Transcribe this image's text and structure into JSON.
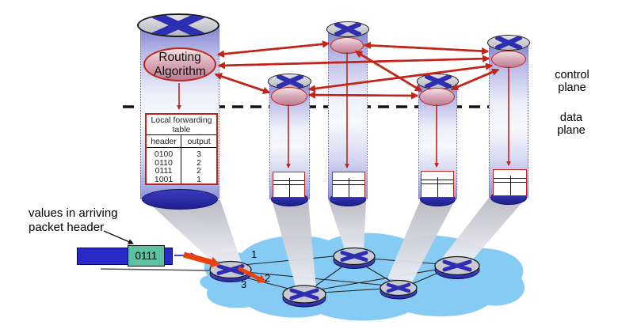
{
  "diagram": {
    "title_labels": {
      "control_plane": "control plane",
      "data_plane": "data plane"
    },
    "router_stack": {
      "routing_algorithm": "Routing Algorithm",
      "forwarding_table": {
        "title": "Local forwarding table",
        "columns": [
          "header",
          "output"
        ],
        "rows": [
          [
            "0100",
            "3"
          ],
          [
            "0110",
            "2"
          ],
          [
            "0111",
            "2"
          ],
          [
            "1001",
            "1"
          ]
        ]
      }
    },
    "packet": {
      "note": "values in arriving packet header",
      "header_value": "0111"
    },
    "port_labels": [
      "1",
      "2",
      "3"
    ],
    "colors": {
      "control_arrow_red": "#c42318",
      "data_arrow_orange": "#e8430f",
      "cylinder_blue": "#2c2cae",
      "cloud_blue": "#86cbf3",
      "packet_blue": "#2929c8",
      "packet_field_green": "#5cc2a2"
    }
  }
}
